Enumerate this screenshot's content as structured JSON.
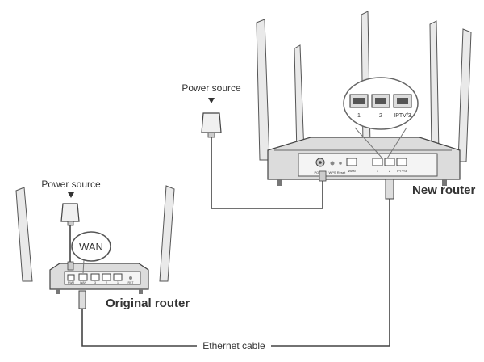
{
  "labels": {
    "power_source_new": "Power source",
    "power_source_original": "Power source",
    "new_router": "New router",
    "original_router": "Original router",
    "wan": "WAN",
    "ethernet_cable": "Ethernet cable"
  },
  "new_router_ports": {
    "power": "POWER",
    "wps": "WPS",
    "reset": "Reset",
    "wan": "WAN",
    "lan1": "1",
    "lan2": "2",
    "iptv": "IPTV/3"
  },
  "zoom_ports": [
    "1",
    "2",
    "IPTV/3"
  ],
  "original_router_ports": {
    "power": "PWR",
    "wan": "WAN",
    "lan3": "3",
    "lan2": "2",
    "lan1": "1",
    "reset": "RST"
  }
}
